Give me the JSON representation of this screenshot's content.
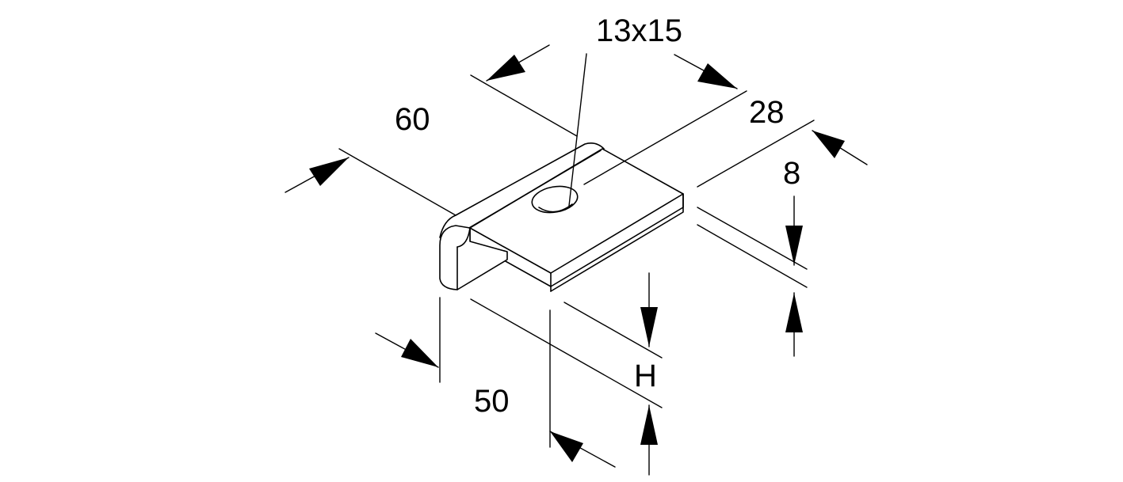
{
  "dimensions": {
    "hole": "13x15",
    "length": "60",
    "width": "28",
    "thickness": "8",
    "height_label": "H",
    "base": "50"
  }
}
